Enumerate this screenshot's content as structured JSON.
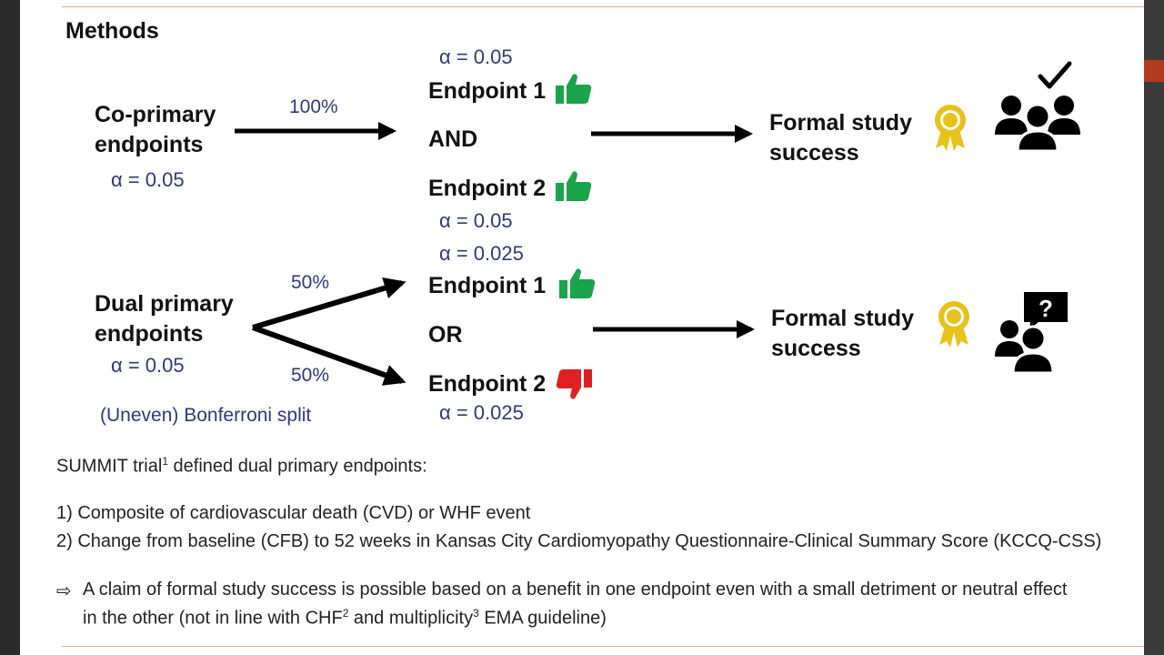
{
  "title": "Methods",
  "row1": {
    "label_line1": "Co-primary",
    "label_line2": "endpoints",
    "alpha": "α = 0.05",
    "arrow_pct": "100%",
    "ep1_alpha": "α = 0.05",
    "ep1": "Endpoint 1",
    "connector": "AND",
    "ep2": "Endpoint 2",
    "ep2_alpha": "α = 0.05",
    "outcome_line1": "Formal study",
    "outcome_line2": "success"
  },
  "row2": {
    "label_line1": "Dual primary",
    "label_line2": "endpoints",
    "alpha": "α = 0.05",
    "pct_up": "50%",
    "pct_down": "50%",
    "split_note": "(Uneven) Bonferroni split",
    "ep1_alpha": "α = 0.025",
    "ep1": "Endpoint 1",
    "connector": "OR",
    "ep2": "Endpoint 2",
    "ep2_alpha": "α = 0.025",
    "outcome_line1": "Formal study",
    "outcome_line2": "success"
  },
  "text": {
    "summit_a": "SUMMIT trial",
    "summit_sup": "1",
    "summit_b": " defined dual primary endpoints:",
    "item1": "1)  Composite of cardiovascular death (CVD) or WHF event",
    "item2": "2)  Change from baseline (CFB) to 52 weeks in Kansas City Cardiomyopathy Questionnaire-Clinical Summary Score (KCCQ-CSS)",
    "claim_arrow": "⇨",
    "claim_line1": "A claim of formal study success is possible based on a benefit in one endpoint even with a small detriment or neutral effect",
    "claim_line2_a": "in the other (not in line with CHF",
    "claim_sup1": "2",
    "claim_line2_b": " and multiplicity",
    "claim_sup2": "3",
    "claim_line2_c": " EMA guideline)"
  },
  "colors": {
    "thumbs_up": "#1aa34a",
    "thumbs_down": "#e02020",
    "award": "#e8c21a",
    "alpha_text": "#2e3a7a",
    "rule": "#e8a58f"
  },
  "icons": [
    "thumbs-up-icon",
    "thumbs-down-icon",
    "award-ribbon-icon",
    "group-check-icon",
    "group-question-icon"
  ]
}
